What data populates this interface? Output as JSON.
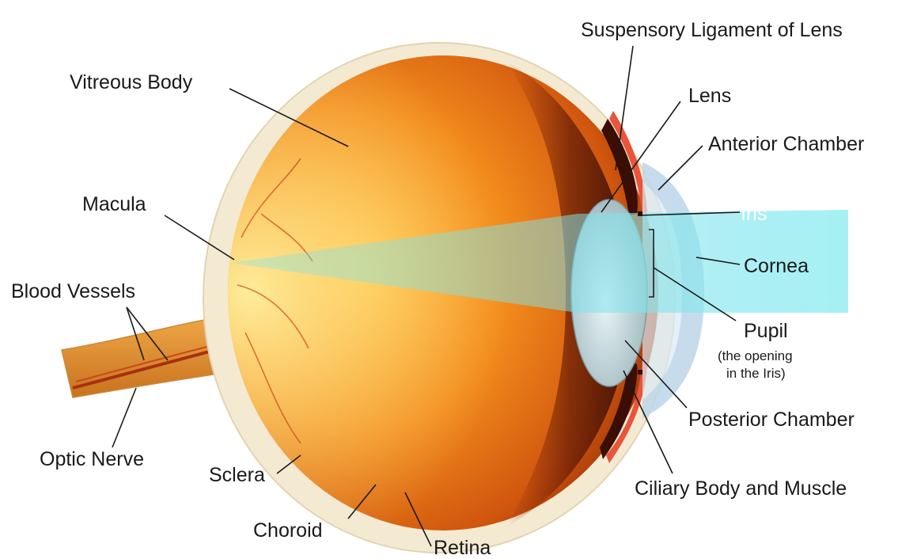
{
  "labels": {
    "suspensory_ligament": "Suspensory Ligament of Lens",
    "lens": "Lens",
    "anterior_chamber": "Anterior Chamber",
    "vitreous_body": "Vitreous Body",
    "macula": "Macula",
    "iris": "Iris",
    "cornea": "Cornea",
    "blood_vessels": "Blood Vessels",
    "pupil": "Pupil",
    "pupil_note_line1": "(the opening",
    "pupil_note_line2": "in the Iris)",
    "posterior_chamber": "Posterior Chamber",
    "optic_nerve": "Optic Nerve",
    "sclera": "Sclera",
    "ciliary_body": "Ciliary Body and Muscle",
    "choroid": "Choroid",
    "retina": "Retina"
  },
  "colors": {
    "sclera": "#f4ead2",
    "eyeball_orange": "#f08a1a",
    "eyeball_dark": "#8a2a08",
    "retina_yellow": "#ffd86a",
    "light_beam": "#7fe3ea",
    "cornea_blue": "#bcd6ea",
    "optic_nerve": "#d98a2c",
    "vessel_red": "#b8300e"
  }
}
